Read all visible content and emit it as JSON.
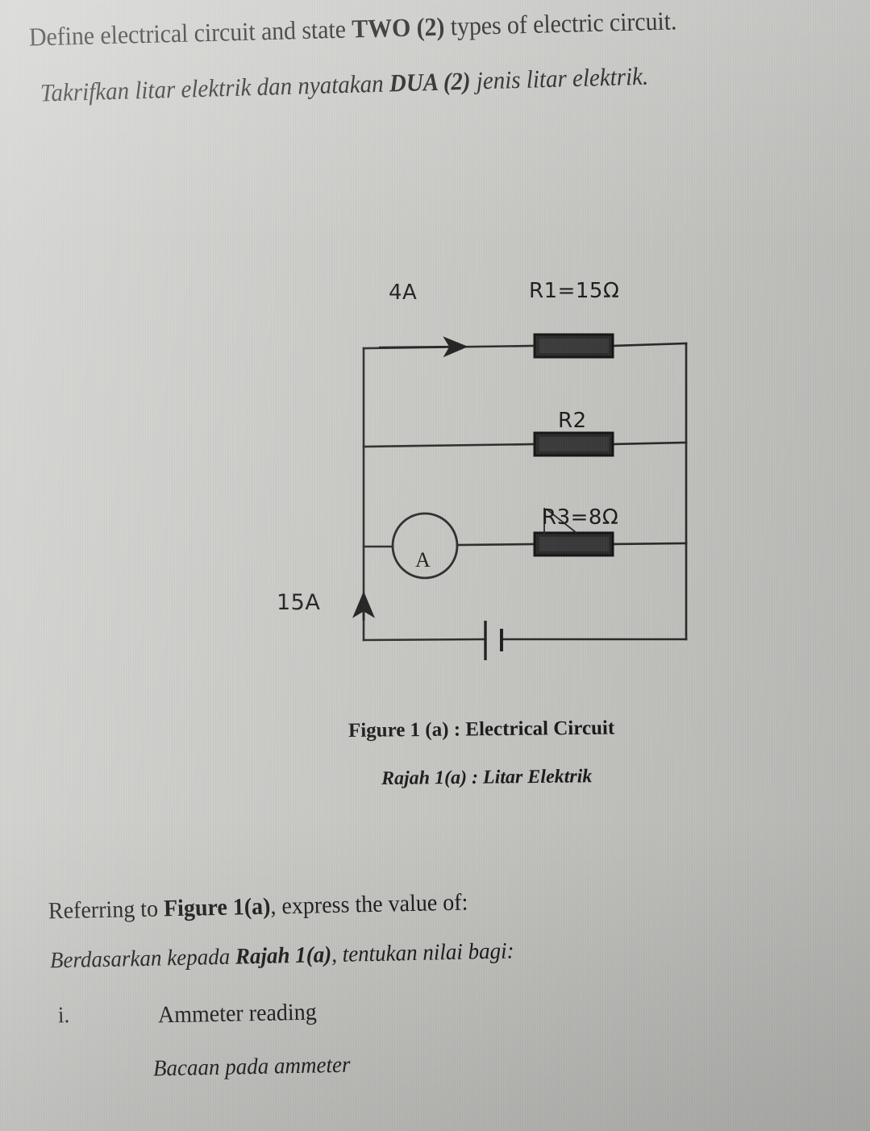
{
  "document": {
    "type": "exam-question-page",
    "background_color": "#c8c9c5",
    "ink_color": "#1a1a1a"
  },
  "question_top": {
    "english": {
      "before_bold": "Define electrical circuit and state ",
      "bold": "TWO (2)",
      "after_bold": " types of electric circuit."
    },
    "malay": {
      "before_bold": "Takrifkan litar elektrik dan nyatakan ",
      "bold": "DUA (2)",
      "after_bold": " jenis litar elektrik."
    }
  },
  "figure": {
    "caption_english": "Figure 1 (a) : Electrical Circuit",
    "caption_malay": "Rajah 1(a) : Litar Elektrik",
    "labels": {
      "current_top": "4A",
      "r1": "R1=15Ω",
      "r2": "R2",
      "r3": "R3=8Ω",
      "current_source": "15A",
      "ammeter": "A"
    },
    "components": [
      {
        "name": "R1",
        "type": "resistor",
        "value": "15Ω",
        "branch": "top"
      },
      {
        "name": "R2",
        "type": "resistor",
        "value": "",
        "branch": "middle"
      },
      {
        "name": "R3",
        "type": "resistor",
        "value": "8Ω",
        "branch": "lower"
      },
      {
        "name": "A",
        "type": "ammeter",
        "branch": "lower"
      },
      {
        "name": "battery",
        "type": "dc-source",
        "branch": "bottom"
      }
    ],
    "currents": [
      {
        "label": "4A",
        "branch": "top",
        "direction": "right"
      },
      {
        "label": "15A",
        "branch": "left-rail",
        "direction": "up"
      }
    ]
  },
  "question_bottom": {
    "english": {
      "before_bold": "Referring to ",
      "bold": "Figure 1(a)",
      "after_bold": ", express the value of:"
    },
    "malay": {
      "before_bold": "Berdasarkan kepada ",
      "bold": "Rajah 1(a)",
      "after_bold": ", tentukan nilai bagi:"
    },
    "items": [
      {
        "number": "i.",
        "english": "Ammeter reading",
        "malay": "Bacaan pada ammeter"
      }
    ]
  }
}
